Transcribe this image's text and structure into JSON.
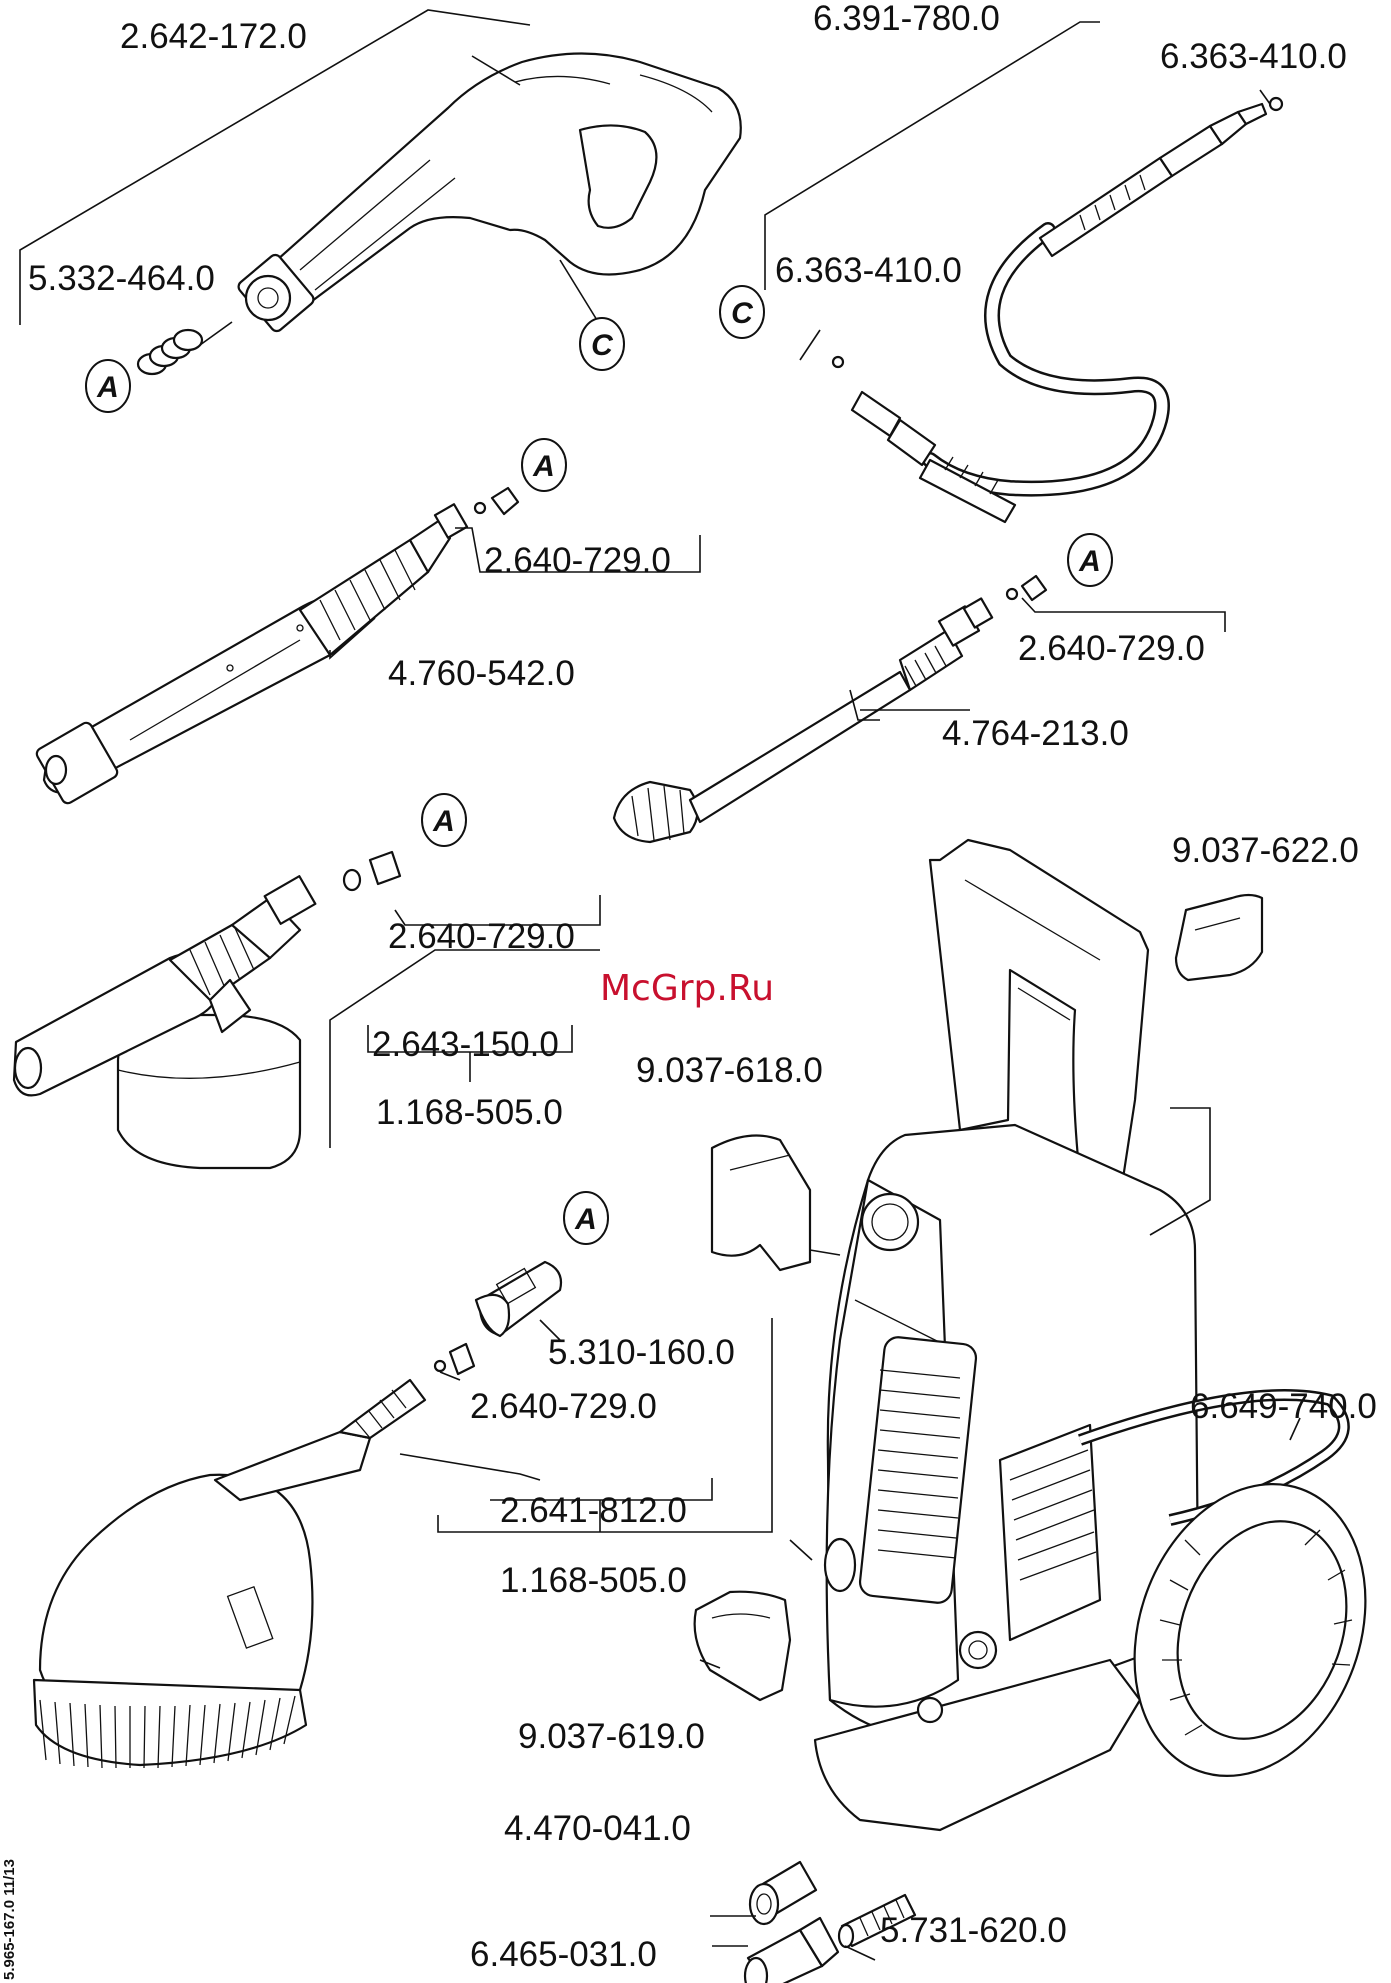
{
  "watermark": "McGrp.Ru",
  "doc_code": "5.965-167.0  11/13",
  "callout_letters": {
    "a": "A",
    "c": "C"
  },
  "labels": {
    "gun": "2.642-172.0",
    "hose": "6.391-780.0",
    "oring_top": "6.363-410.0",
    "oring_mid": "6.363-410.0",
    "spring": "5.332-464.0",
    "nozzle_a": "2.640-729.0",
    "lance_a": "4.760-542.0",
    "nozzle_b": "2.640-729.0",
    "lance_b": "4.764-213.0",
    "nozzle_c": "2.640-729.0",
    "foam_a": "2.643-150.0",
    "foam_b": "1.168-505.0",
    "holder_right": "9.037-622.0",
    "holder_mid": "9.037-618.0",
    "cap": "5.310-160.0",
    "nozzle_d": "2.640-729.0",
    "brush_a": "2.641-812.0",
    "brush_b": "1.168-505.0",
    "cable": "6.649-740.0",
    "holder_low": "9.037-619.0",
    "inlet": "4.470-041.0",
    "filter": "5.731-620.0",
    "coupling": "6.465-031.0"
  }
}
